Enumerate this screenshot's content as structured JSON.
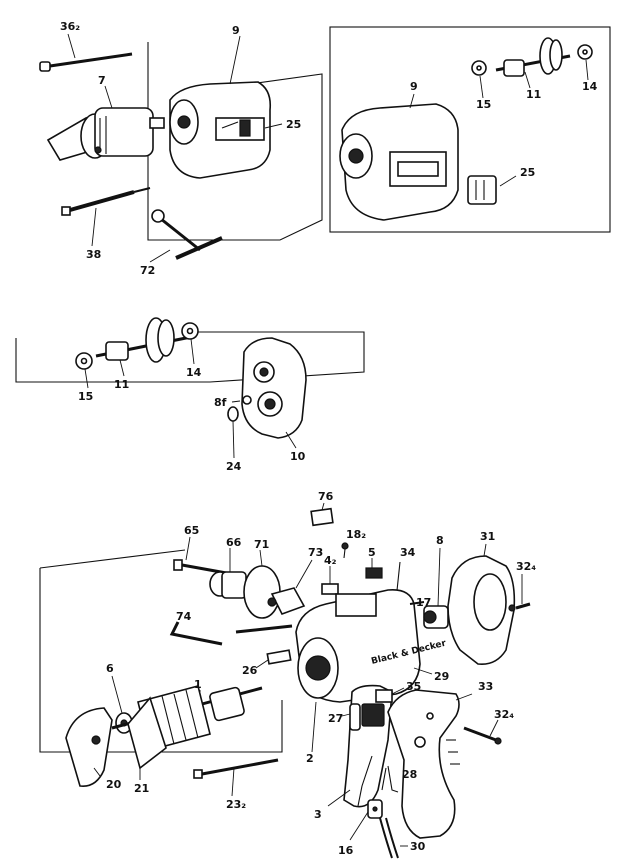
{
  "diagram": {
    "labels": {
      "p36_2": "36₂",
      "p9_top": "9",
      "p7": "7",
      "p25_top": "25",
      "p38": "38",
      "p72": "72",
      "p9_inset": "9",
      "p15_inset": "15",
      "p11_inset": "11",
      "p14_inset": "14",
      "p25_inset": "25",
      "p11_mid": "11",
      "p15_mid": "15",
      "p14_mid": "14",
      "p8f": "8f",
      "p24": "24",
      "p10": "10",
      "p76": "76",
      "p18_2": "18₂",
      "p65": "65",
      "p66": "66",
      "p71": "71",
      "p73": "73",
      "p4_2": "4₂",
      "p5": "5",
      "p34": "34",
      "p8": "8",
      "p31": "31",
      "p32_4_top": "32₄",
      "p17": "17",
      "p74": "74",
      "p26": "26",
      "p6": "6",
      "p1": "1",
      "p29": "29",
      "p35": "35",
      "p33": "33",
      "p27": "27",
      "p32_4_bot": "32₄",
      "p2": "2",
      "p20": "20",
      "p21": "21",
      "p23_2": "23₂",
      "p28": "28",
      "p3": "3",
      "p16": "16",
      "p30": "30"
    },
    "housing_text": "Black & Decker"
  }
}
